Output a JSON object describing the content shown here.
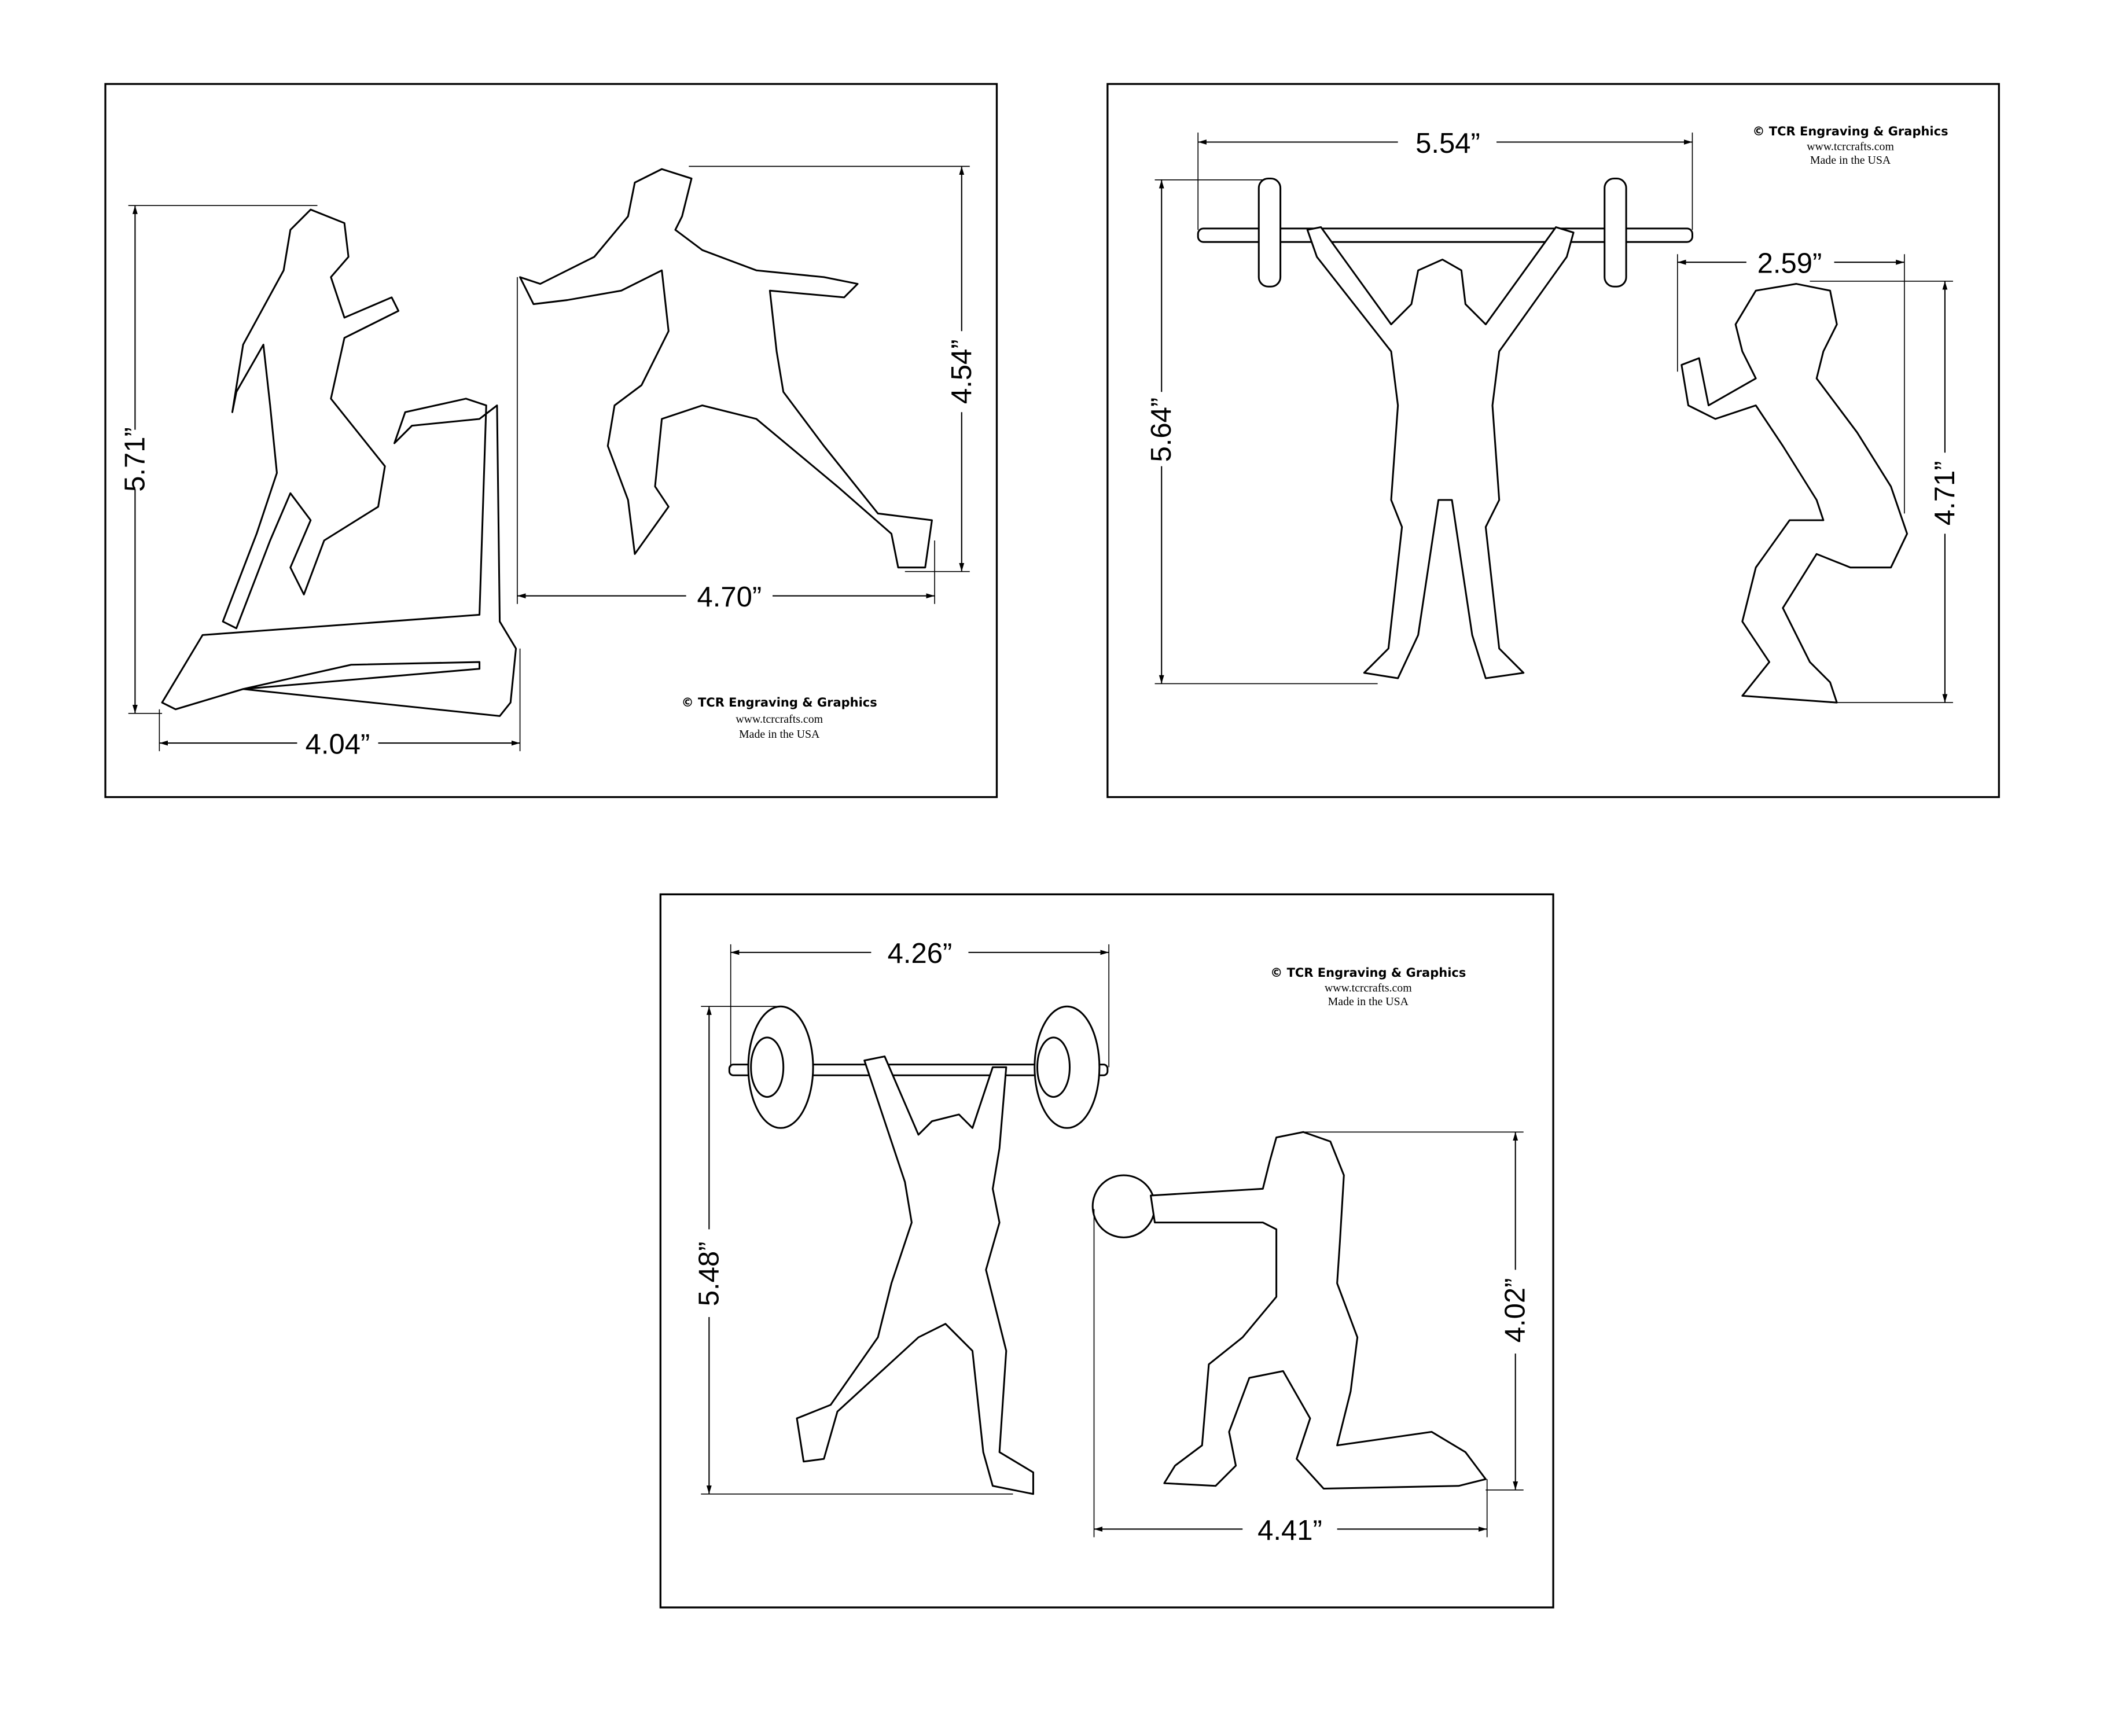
{
  "credit": {
    "company": "© TCR Engraving & Graphics",
    "website": "www.tcrcrafts.com",
    "origin": "Made in the USA"
  },
  "panels": [
    {
      "name": "treadmill-and-runner",
      "dimensions": {
        "treadmill_height": "5.71”",
        "treadmill_width": "4.04”",
        "runner_height": "4.54”",
        "runner_width": "4.70”"
      }
    },
    {
      "name": "barbell-and-squat",
      "dimensions": {
        "lifter_width": "5.54”",
        "lifter_height": "5.64”",
        "squat_width": "2.59”",
        "squat_height": "4.71”"
      }
    },
    {
      "name": "snatch-and-medball",
      "dimensions": {
        "snatch_width": "4.26”",
        "snatch_height": "5.48”",
        "lunge_height": "4.02”",
        "lunge_width": "4.41”"
      }
    }
  ]
}
